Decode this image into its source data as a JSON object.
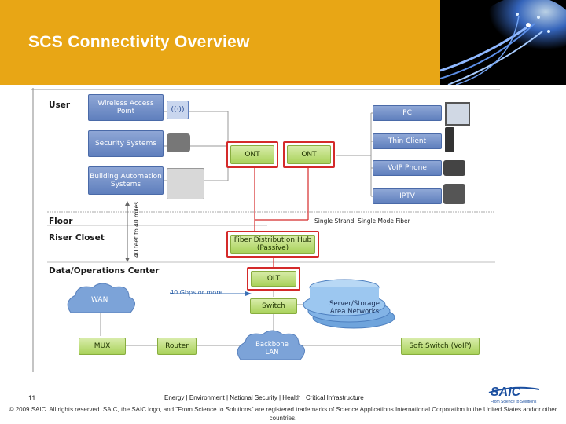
{
  "title": "SCS Connectivity Overview",
  "diagram": {
    "sections": {
      "user": "User",
      "floor": "Floor",
      "riser": "Riser Closet",
      "dc": "Data/Operations Center"
    },
    "side_label": "40 feet to 40 miles",
    "strand_label": "Single Strand, Single Mode Fiber",
    "speed_label": "40 Gbps or more",
    "boxes": {
      "wireless": "Wireless Access Point",
      "security": "Security Systems",
      "building": "Building Automation Systems",
      "ont1": "ONT",
      "ont2": "ONT",
      "pc": "PC",
      "thin": "Thin Client",
      "voip": "VoIP Phone",
      "iptv": "IPTV",
      "hub_line1": "Fiber Distribution Hub",
      "hub_line2": "(Passive)",
      "olt": "OLT",
      "switch": "Switch",
      "wan": "WAN",
      "storage": "Server/Storage Area Networks",
      "mux": "MUX",
      "router": "Router",
      "backbone": "Backbone LAN",
      "softswitch": "Soft Switch (VoIP)"
    }
  },
  "footer": {
    "page_number": "11",
    "tagline": "Energy | Environment | National Security | Health | Critical Infrastructure",
    "copyright": "© 2009 SAIC. All rights reserved. SAIC, the SAIC logo, and \"From Science to Solutions\" are registered trademarks of Science Applications International Corporation in the United States and/or other countries.",
    "logo_text": "SAIC",
    "logo_subtext": "From Science to Solutions"
  },
  "colors": {
    "header_bg": "#e8a615",
    "box_blue": "#6f8cc6",
    "box_green": "#b9dc76",
    "highlight_red": "#d42a2a",
    "cloud_blue": "#7ca3d8"
  }
}
